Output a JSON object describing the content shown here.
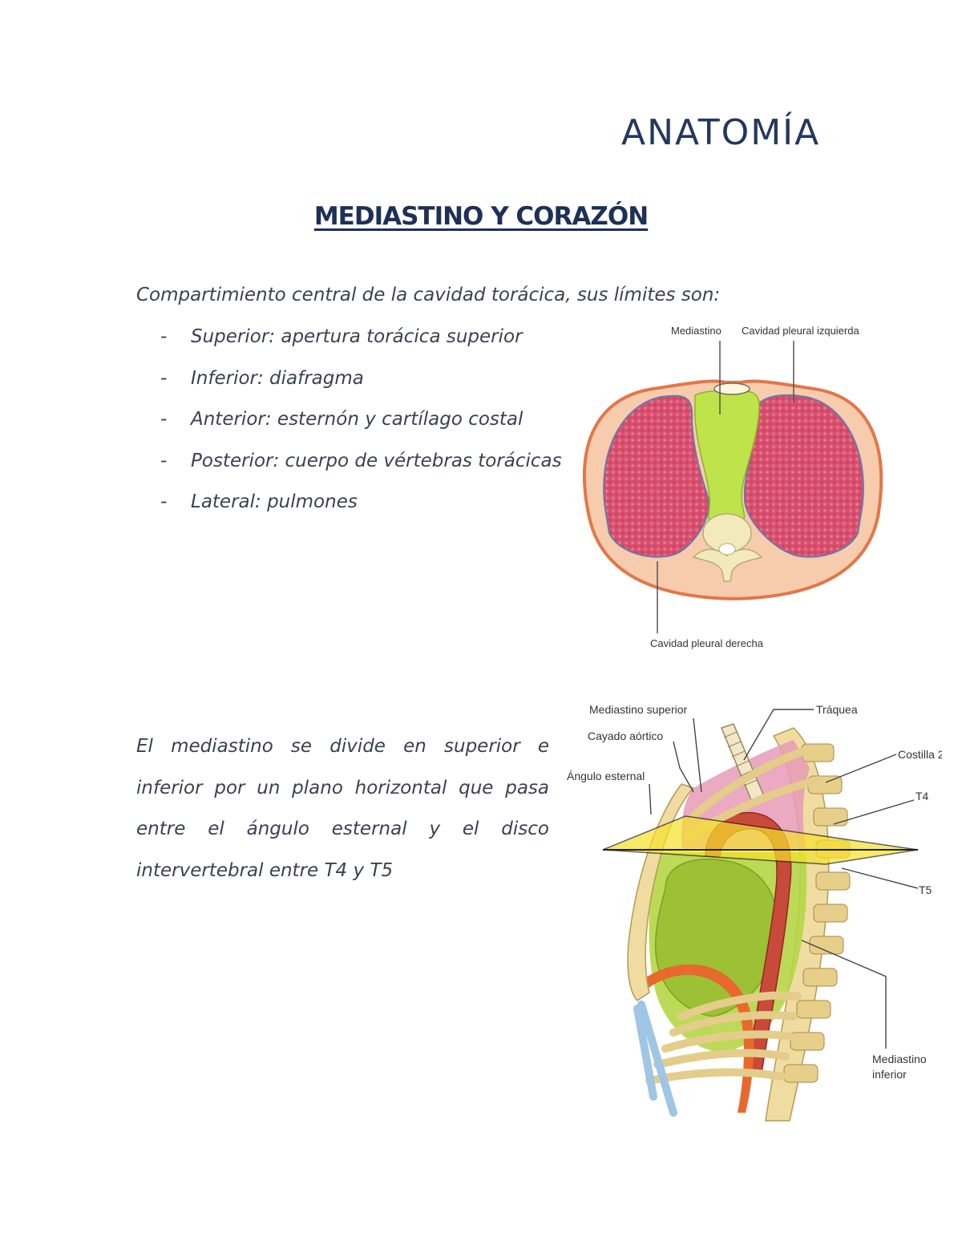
{
  "header": {
    "subject": "ANATOMÍA"
  },
  "title": "MEDIASTINO Y CORAZÓN",
  "intro": "Compartimiento central de la cavidad torácica, sus límites son:",
  "limits": [
    {
      "dash": "-",
      "text": "Superior: apertura torácica superior"
    },
    {
      "dash": "-",
      "text": "Inferior: diafragma"
    },
    {
      "dash": "-",
      "text": "Anterior: esternón y cartílago costal"
    },
    {
      "dash": "-",
      "text": "Posterior: cuerpo de vértebras torácicas"
    },
    {
      "dash": "-",
      "text": "Lateral: pulmones"
    }
  ],
  "paragraph": "El mediastino se divide en superior e inferior por un plano horizontal que pasa entre el ángulo esternal y el disco intervertebral entre T4 y T5",
  "figure1": {
    "labels": {
      "mediastino": "Mediastino",
      "left_cavity": "Cavidad pleural izquierda",
      "right_cavity": "Cavidad pleural derecha"
    }
  },
  "figure2": {
    "labels": {
      "superior": "Mediastino superior",
      "traquea": "Tráquea",
      "cayado": "Cayado aórtico",
      "costilla": "Costilla 2",
      "angulo": "Ángulo esternal",
      "t4": "T4",
      "t5": "T5",
      "inferior_1": "Mediastino",
      "inferior_2": "inferior"
    }
  }
}
